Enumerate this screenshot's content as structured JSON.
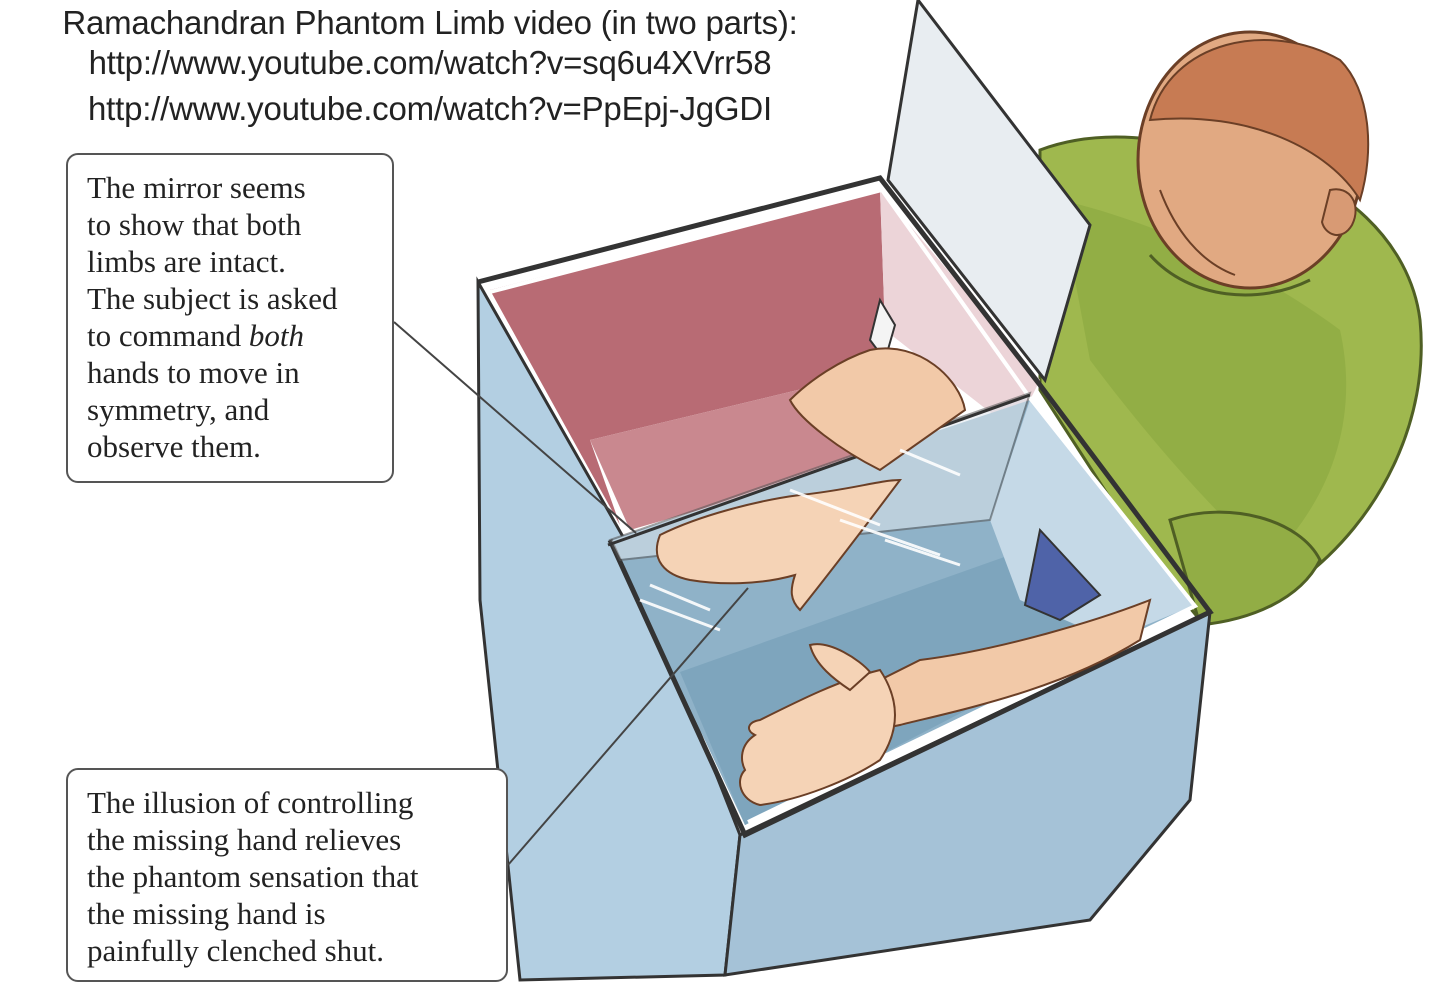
{
  "header": {
    "title": "Ramachandran Phantom Limb video (in two parts):",
    "link_1": "http://www.youtube.com/watch?v=sq6u4XVrr58",
    "link_2": "http://www.youtube.com/watch?v=PpEpj-JgGDI"
  },
  "callouts": {
    "top": {
      "lines": [
        "The mirror seems",
        "to show that both",
        "limbs are intact.",
        "The subject is asked",
        "to command",
        "both",
        "hands to move in",
        "symmetry, and",
        "observe them."
      ]
    },
    "bottom": {
      "lines": [
        "The illusion of controlling",
        "the missing hand relieves",
        "the phantom sensation that",
        "the missing hand is",
        "painfully clenched shut."
      ]
    }
  },
  "colors": {
    "box_exterior": "#a9c6da",
    "box_interior_floor": "#8fb2c8",
    "box_back_wall": "#b56a72",
    "mirror": "#e9eef2",
    "shirt": "#9bb44a",
    "skin": "#f2c9a8",
    "head": "#d79c74"
  }
}
